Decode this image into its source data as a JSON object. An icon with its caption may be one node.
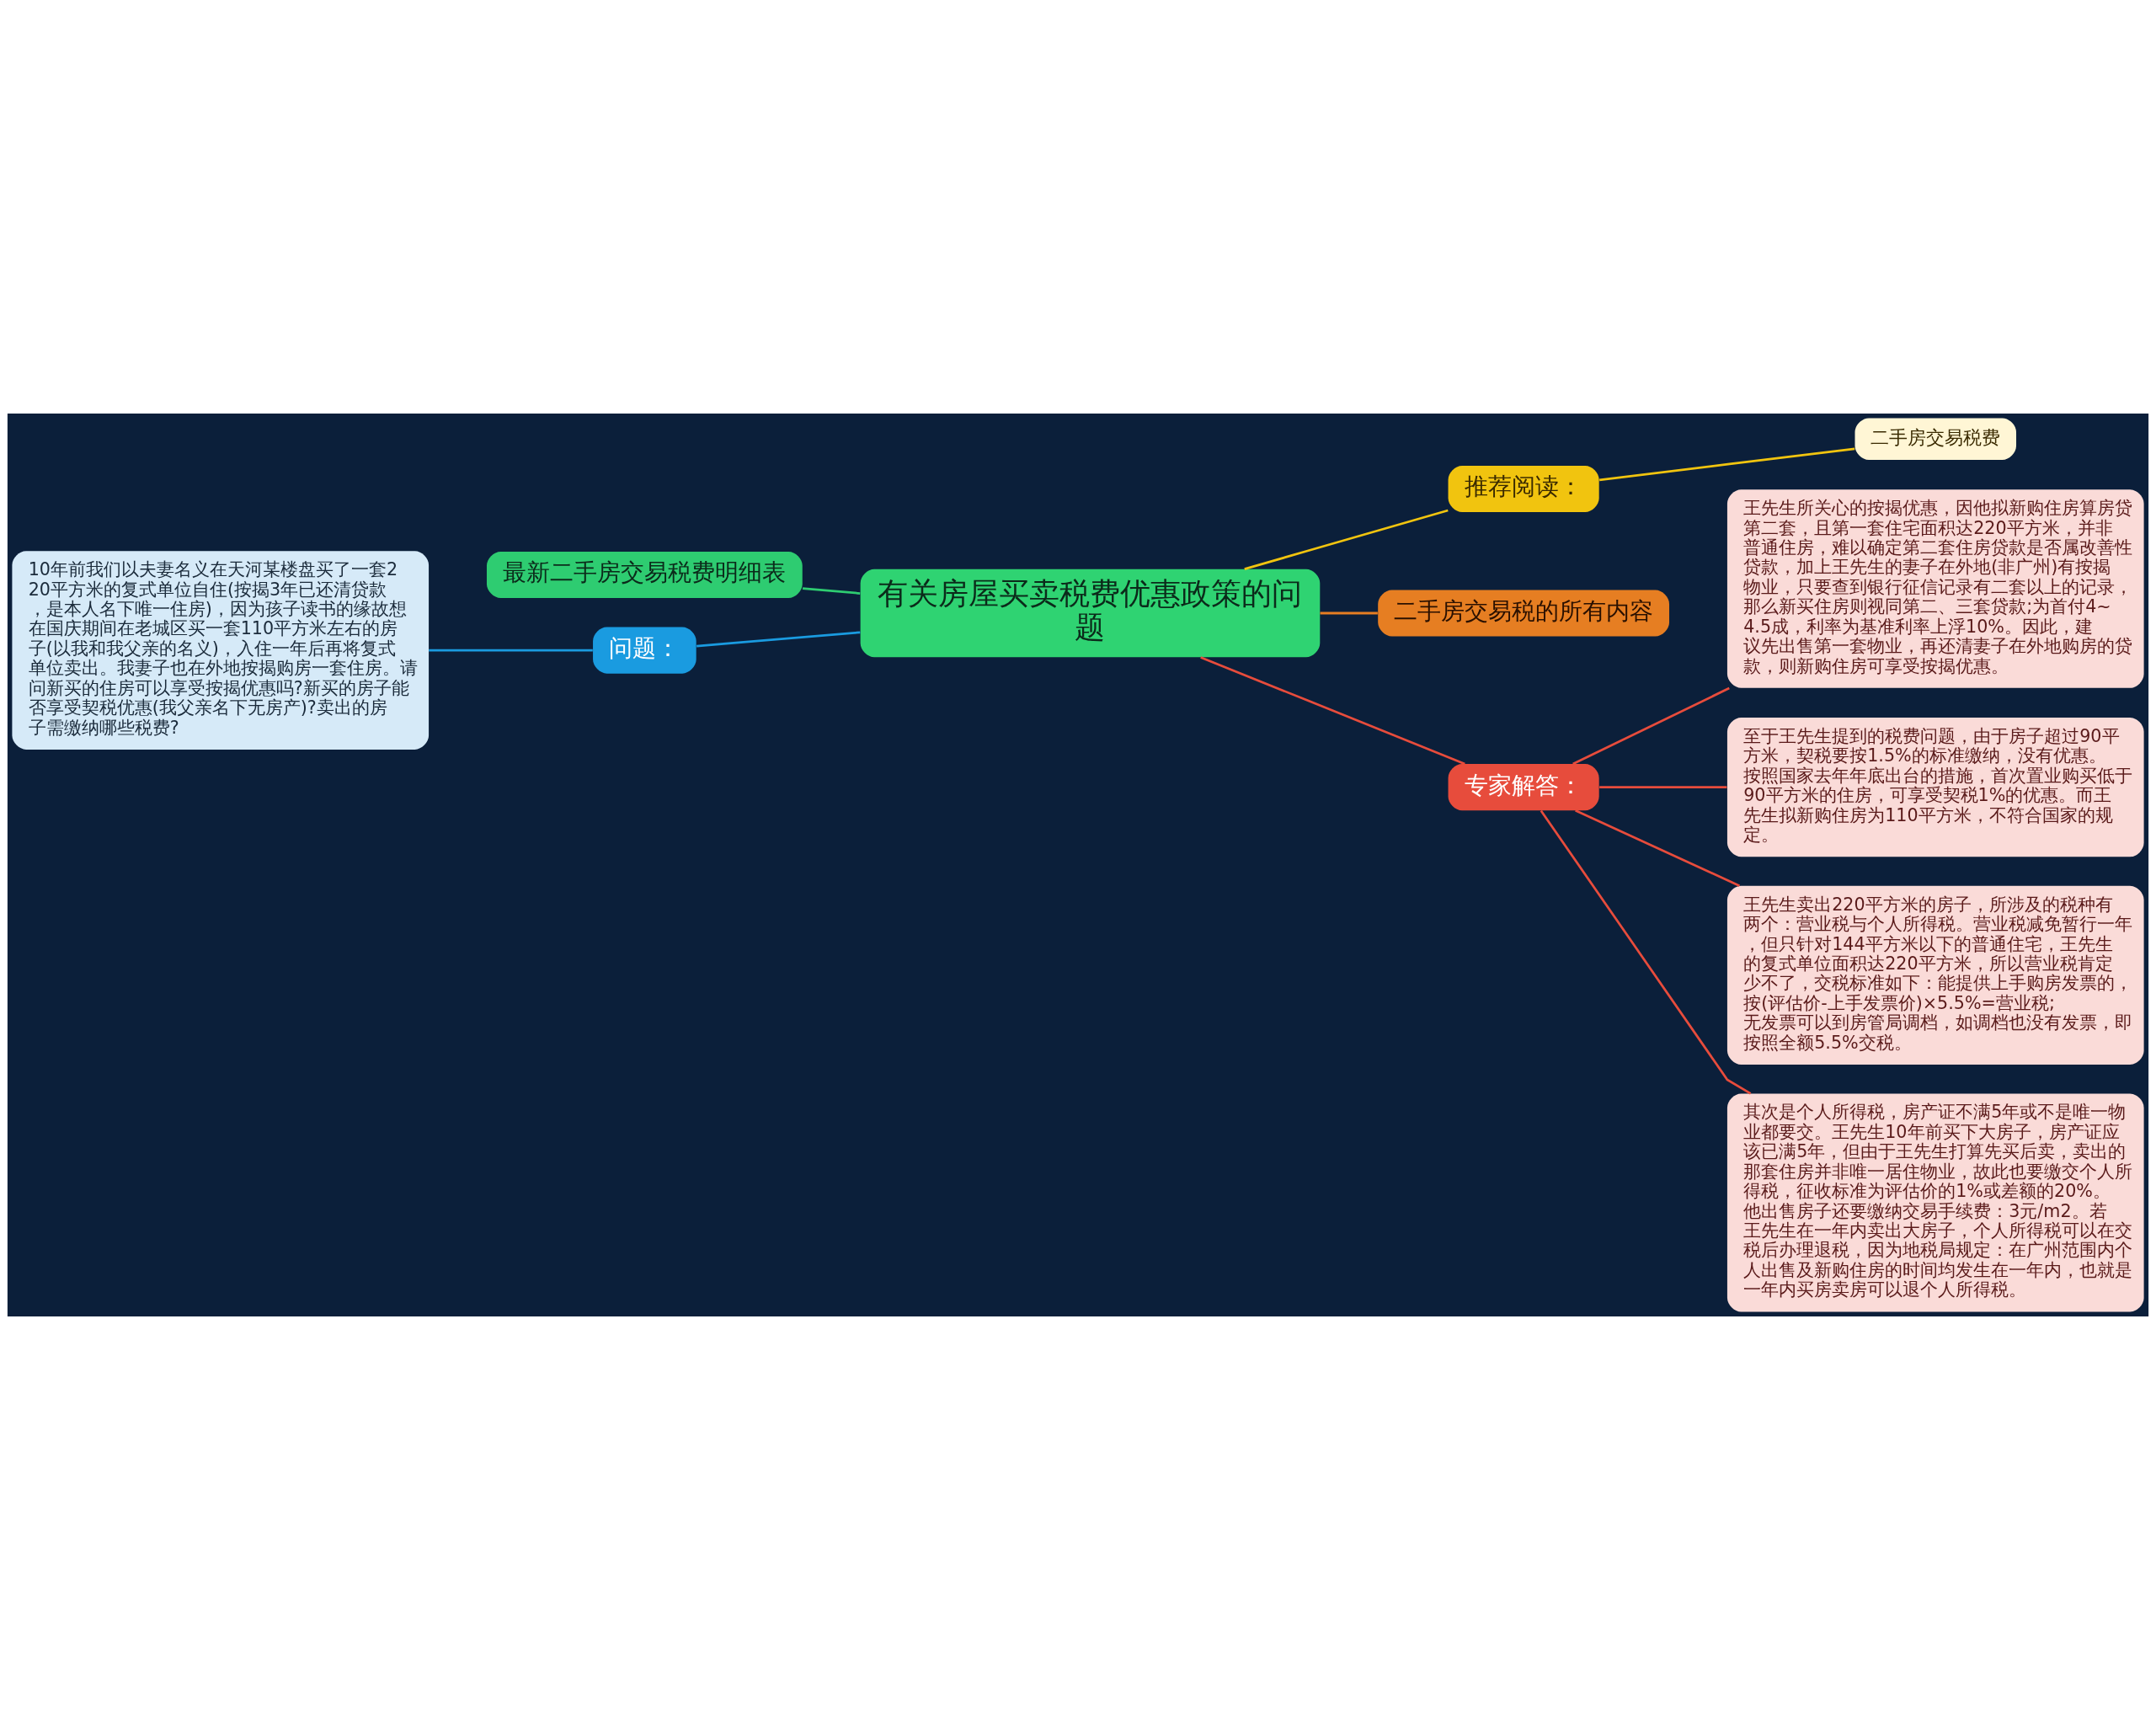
{
  "diagram": {
    "nodes": [
      {
        "text": [
          "有关房屋买卖税费优惠政策的问题"
        ]
      },
      {
        "text": [
          "推荐阅读："
        ]
      },
      {
        "text": [
          "二手房交易税费"
        ]
      },
      {
        "text": [
          "二手房交易税的所有内容"
        ]
      },
      {
        "text": [
          "专家解答："
        ]
      },
      {
        "text": [
          "王先生所关心的按揭优惠，因他拟新购住房算房贷第二套，且第一套住宅面积达220平方米，并非普通住房，难以确定第二套住房贷款是否属改善性贷款，加上王先生的妻子在外地(非广州)有按揭物业，只要查到银行征信记录有二套以上的记录，那么新买住房则视同第二、三套贷款;为首付4~4.5成，利率为基准利率上浮10%。因此，建议先出售第一套物业，再还清妻子在外地购房的贷款，则新购住房可享受按揭优惠。"
        ]
      },
      {
        "text": [
          "至于王先生提到的税费问题，由于房子超过90平方米，契税要按1.5%的标准缴纳，没有优惠。按照国家去年年底出台的措施，首次置业购买低于90平方米的住房，可享受契税1%的优惠。而王先生拟新购住房为110平方米，不符合国家的规定。"
        ]
      },
      {
        "text": [
          "王先生卖出220平方米的房子，所涉及的税种有两个：营业税与个人所得税。营业税减免暂行一年，但只针对144平方米以下的普通住宅，王先生的复式单位面积达220平方米，所以营业税肯定少不了，交税标准如下：能提供上手购房发票的，按(评估价-上手发票价)×5.5%=营业税;无发票可以到房管局调档，如调档也没有发票，即按照全额5.5%交税。"
        ]
      },
      {
        "text": [
          "其次是个人所得税，房产证不满5年或不是唯一物业都要交。王先生10年前买下大房子，房产证应该已满5年，但由于王先生打算先买后卖，卖出的那套住房并非唯一居住物业，故此也要缴交个人所得税，征收标准为评估价的1%或差额的20%。他出售房子还要缴纳交易手续费：3元/m2。若王先生在一年内卖出大房子，个人所得税可以在交税后办理退税，因为地税局规定：在广州范围内个人出售及新购住房的时间均发生在一年内，也就是一年内买房卖房可以退个人所得税。"
        ]
      },
      {
        "text": [
          "最新二手房交易税费明细表"
        ]
      },
      {
        "text": [
          "问题："
        ]
      },
      {
        "text": [
          "10年前我们以夫妻名义在天河某楼盘买了一套220平方米的复式单位自住(按揭3年已还清贷款，是本人名下唯一住房)，因为孩子读书的缘故想在国庆期间在老城区买一套110平方米左右的房子(以我和我父亲的名义)，入住一年后再将复式单位卖出。我妻子也在外地按揭购房一套住房。请问新买的住房可以享受按揭优惠吗?新买的房子能否享受契税优惠(我父亲名下无房产)?卖出的房子需缴纳哪些税费?"
        ]
      }
    ],
    "edges": [
      {
        "from": 0,
        "to": 1,
        "arrow": "none",
        "color": "#f1c40f"
      },
      {
        "from": 1,
        "to": 2,
        "arrow": "none",
        "color": "#f1c40f"
      },
      {
        "from": 0,
        "to": 3,
        "arrow": "none",
        "color": "#e67e22"
      },
      {
        "from": 0,
        "to": 4,
        "arrow": "none",
        "color": "#e74c3c"
      },
      {
        "from": 4,
        "to": 5,
        "arrow": "none",
        "color": "#e74c3c"
      },
      {
        "from": 4,
        "to": 6,
        "arrow": "none",
        "color": "#e74c3c"
      },
      {
        "from": 4,
        "to": 7,
        "arrow": "none",
        "color": "#e74c3c"
      },
      {
        "from": 4,
        "to": 8,
        "arrow": "none",
        "color": "#e74c3c"
      },
      {
        "from": 9,
        "to": 0,
        "arrow": "none",
        "color": "#2ecc71"
      },
      {
        "from": 10,
        "to": 0,
        "arrow": "none",
        "color": "#1a9be0"
      },
      {
        "from": 11,
        "to": 10,
        "arrow": "none",
        "color": "#1a9be0"
      }
    ]
  }
}
